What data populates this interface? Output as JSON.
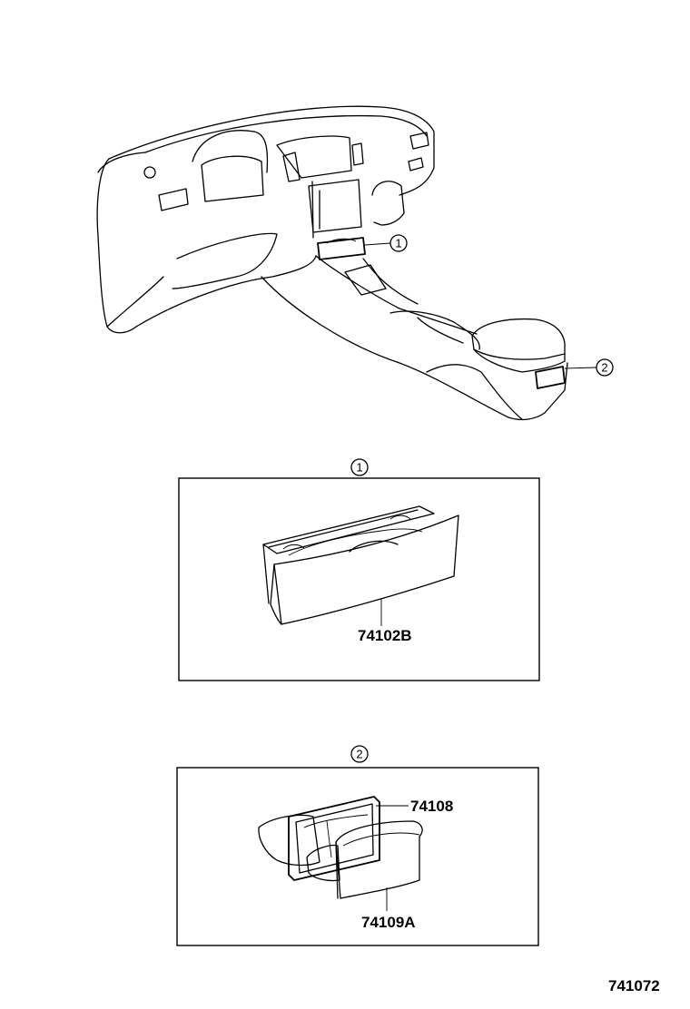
{
  "callouts": {
    "c1": "1",
    "c2": "2"
  },
  "parts": {
    "p1": "74102B",
    "p2": "74108",
    "p3": "74109A"
  },
  "figure_number": "741072"
}
